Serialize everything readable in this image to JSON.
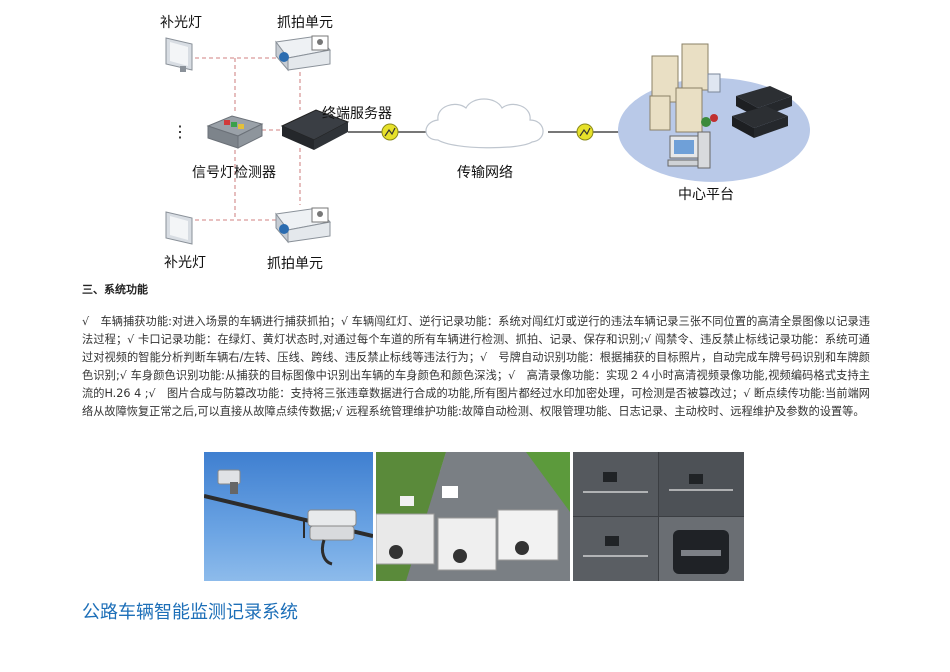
{
  "diagram": {
    "fill_light_top": "补光灯",
    "camera_top": "抓拍单元",
    "terminal_server": "终端服务器",
    "signal_detector": "信号灯检测器",
    "transmission_network": "传输网络",
    "center_platform": "中心平台",
    "fill_light_bottom": "补光灯",
    "camera_bottom": "抓拍单元",
    "ellipsis": "⋮"
  },
  "section": {
    "heading": "三、系统功能",
    "body": "√　车辆捕获功能:对进入场景的车辆进行捕获抓拍；√ 车辆闯红灯、逆行记录功能：系统对闯红灯或逆行的违法车辆记录三张不同位置的高清全景图像以记录违法过程；√ 卡口记录功能：在绿灯、黄灯状态时,对通过每个车道的所有车辆进行检测、抓拍、记录、保存和识别;√ 闯禁令、违反禁止标线记录功能：系统可通过对视频的智能分析判断车辆右/左转、压线、跨线、违反禁止标线等违法行为；√　号牌自动识别功能：根据捕获的目标照片，自动完成车牌号码识别和车牌颜色识别;√ 车身颜色识别功能:从捕获的目标图像中识别出车辆的车身颜色和颜色深浅；√　高清录像功能：实现２４小时高清视频录像功能,视频编码格式支持主流的H.26 4 ;√　图片合成与防篡改功能：支持将三张违章数据进行合成的功能,所有图片都经过水印加密处理，可检测是否被篡改过；√ 断点续传功能:当前端网络从故障恢复正常之后,可以直接从故障点续传数据;√ 远程系统管理维护功能:故障自动检测、权限管理功能、日志记录、主动校时、远程维护及参数的设置等。"
  },
  "caption": "公路车辆智能监测记录系统",
  "colors": {
    "caption_blue": "#1d6fb8",
    "dashed_line": "#d99a9a",
    "cable": "#4a4a4a",
    "sky": "#5d93d6",
    "platform_ellipse": "#b9c9e8",
    "connector_yellow": "#e7e12a"
  }
}
